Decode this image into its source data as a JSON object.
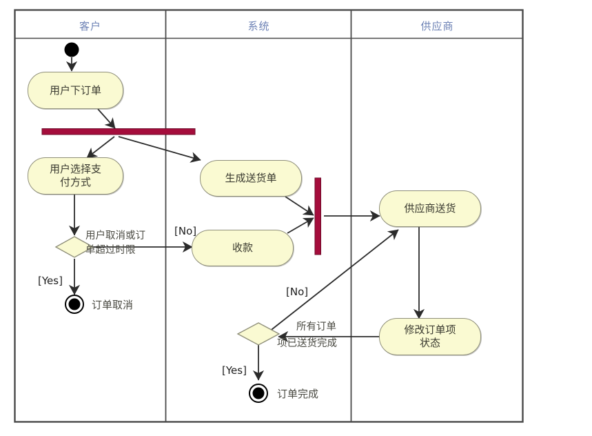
{
  "diagram": {
    "type": "uml-activity-diagram",
    "title": "",
    "colors": {
      "activity_fill": "#FAFAD2",
      "activity_stroke": "#8F8F7A",
      "bar_fill": "#A50D3C",
      "lane_title": "#6D82B5",
      "frame": "#4A4A4A",
      "edge": "#2B2B2B"
    },
    "lanes": [
      {
        "id": "customer",
        "label": "客户"
      },
      {
        "id": "system",
        "label": "系统"
      },
      {
        "id": "supplier",
        "label": "供应商"
      }
    ],
    "nodes": [
      {
        "id": "start",
        "kind": "initial-node",
        "lane": "customer",
        "label": ""
      },
      {
        "id": "place-order",
        "kind": "activity",
        "lane": "customer",
        "label": "用户下订单"
      },
      {
        "id": "fork-1",
        "kind": "fork-bar-horizontal",
        "lane": "customer",
        "label": ""
      },
      {
        "id": "choose-payment",
        "kind": "activity",
        "lane": "customer",
        "label": "用户选择支\n付方式"
      },
      {
        "id": "decision-cancel",
        "kind": "decision",
        "lane": "customer",
        "label": ""
      },
      {
        "id": "order-cancelled",
        "kind": "final-node",
        "lane": "customer",
        "label": "订单取消"
      },
      {
        "id": "create-delivery-note",
        "kind": "activity",
        "lane": "system",
        "label": "生成送货单"
      },
      {
        "id": "collect-payment",
        "kind": "activity",
        "lane": "system",
        "label": "收款"
      },
      {
        "id": "join-1",
        "kind": "join-bar-vertical",
        "lane": "system",
        "label": ""
      },
      {
        "id": "decision-all-delivered",
        "kind": "decision",
        "lane": "system",
        "label": ""
      },
      {
        "id": "order-complete",
        "kind": "final-node",
        "lane": "system",
        "label": "订单完成"
      },
      {
        "id": "supplier-deliver",
        "kind": "activity",
        "lane": "supplier",
        "label": "供应商送货"
      },
      {
        "id": "update-item-status",
        "kind": "activity",
        "lane": "supplier",
        "label": "修改订单项\n状态"
      }
    ],
    "edge_labels": {
      "cancel_guard": {
        "line1": "用户取消或订",
        "line2": "单超过时限"
      },
      "cancel_no": "[No]",
      "cancel_yes": "[Yes]",
      "delivered_guard": {
        "line1": "所有订单",
        "line2": "项已送货完成"
      },
      "delivered_no": "[No]",
      "delivered_yes": "[Yes]"
    },
    "end_labels": {
      "order_cancelled": "订单取消",
      "order_complete": "订单完成"
    }
  }
}
